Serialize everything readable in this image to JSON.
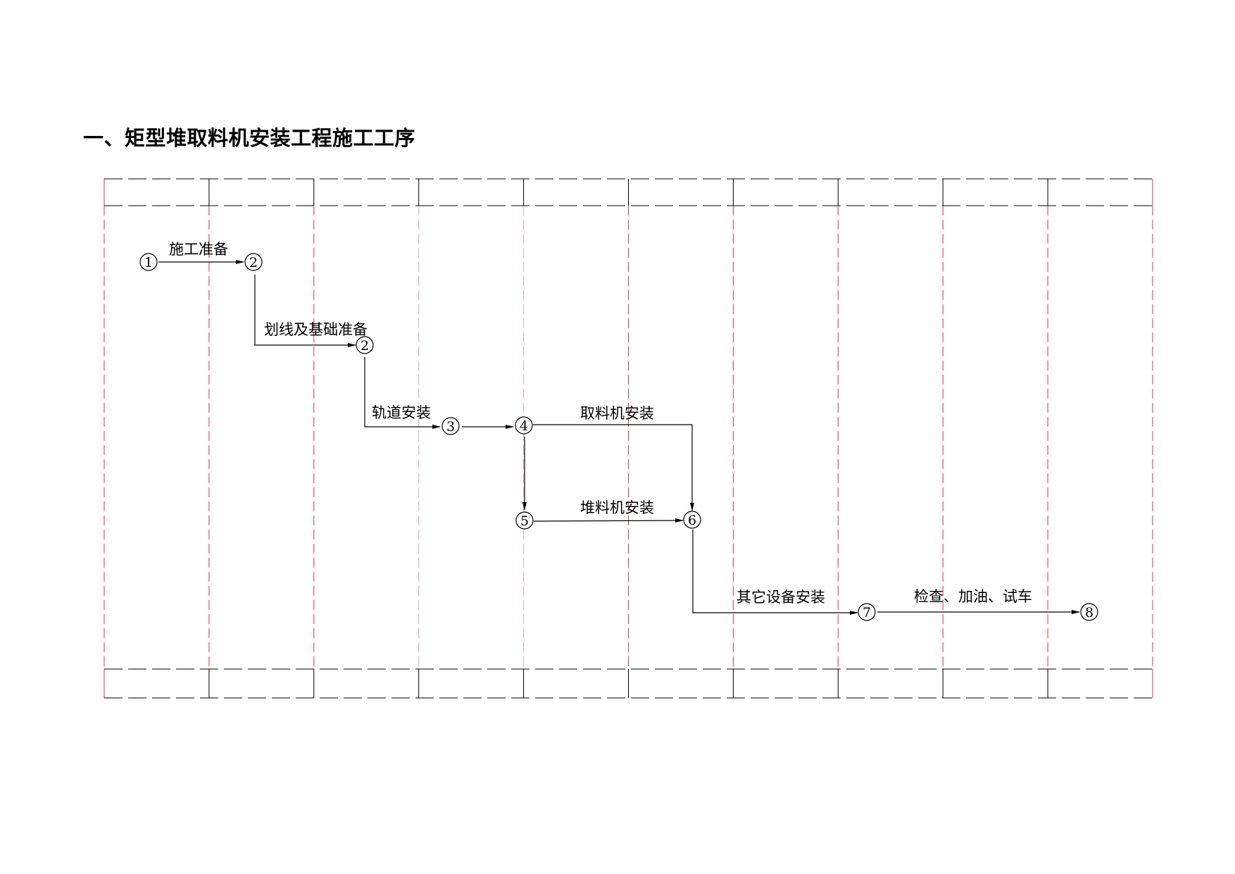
{
  "title": "一、矩型堆取料机安装工程施工工序",
  "colors": {
    "frame": "#000000",
    "grid_red": "#e0304a",
    "grid_pink": "#f0a0b0",
    "line": "#000000"
  },
  "nodes": [
    "1",
    "2",
    "2",
    "3",
    "4",
    "5",
    "6",
    "7",
    "8"
  ],
  "activities": [
    "施工准备",
    "划线及基础准备",
    "轨道安装",
    "取料机安装",
    "堆料机安装",
    "其它设备安装",
    "检查、加油、试车"
  ]
}
